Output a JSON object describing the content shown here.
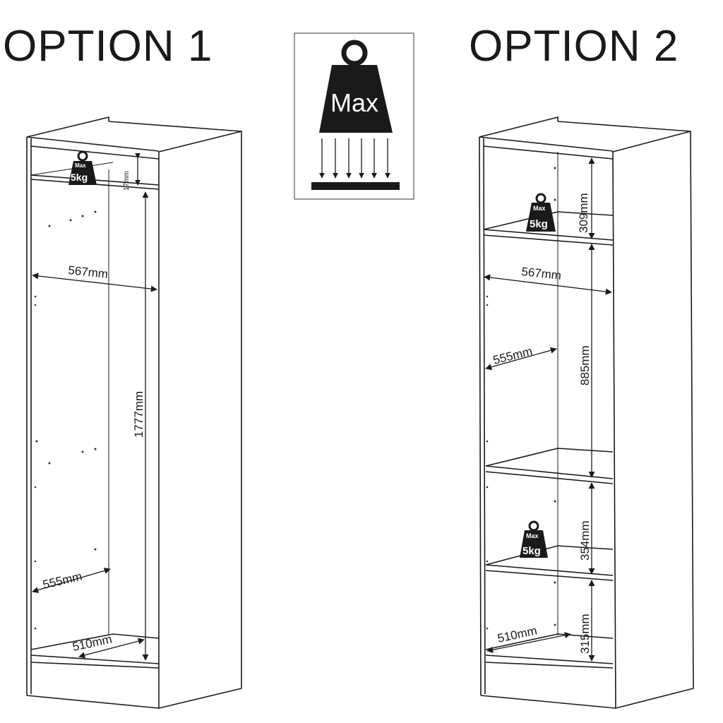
{
  "option1": {
    "title": "OPTION 1",
    "top_gap": "17mm",
    "width_outer": "567mm",
    "height_inner": "1777mm",
    "depth_mid": "555mm",
    "depth_bottom": "510mm",
    "weight_max": "Max",
    "weight_kg": "5kg"
  },
  "legend": {
    "label": "Max"
  },
  "option2": {
    "title": "OPTION 2",
    "width_outer": "567mm",
    "depth_mid": "555mm",
    "depth_bottom": "510mm",
    "gap_top": "309mm",
    "gap_mid": "885mm",
    "gap_lower": "354mm",
    "gap_bottom": "315mm",
    "weight1_max": "Max",
    "weight1_kg": "5kg",
    "weight2_max": "Max",
    "weight2_kg": "5kg"
  }
}
